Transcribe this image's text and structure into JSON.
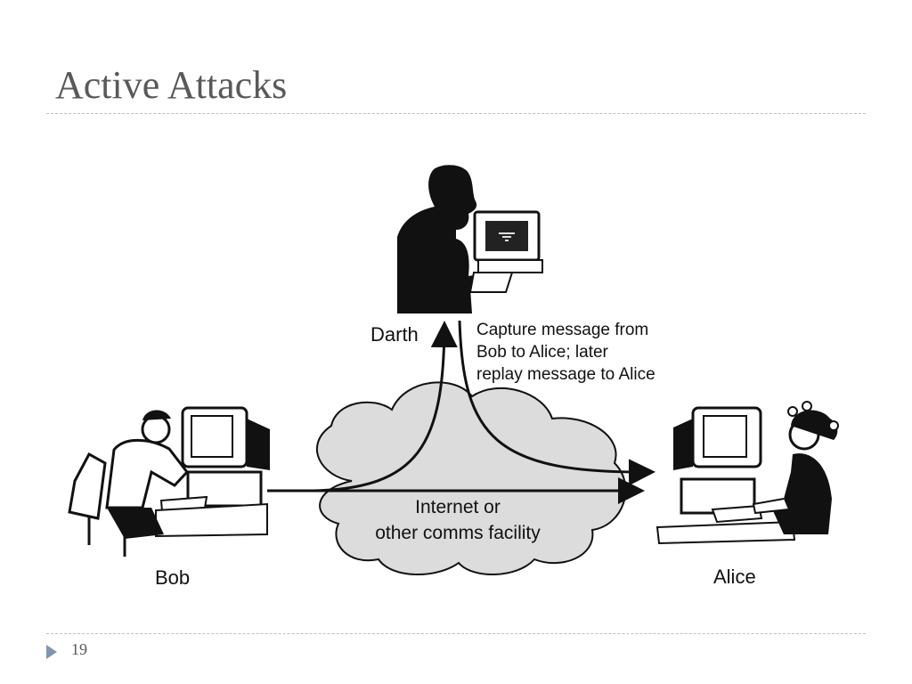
{
  "slide": {
    "title": "Active Attacks",
    "page_number": "19"
  },
  "diagram": {
    "attacker_label": "Darth",
    "sender_label": "Bob",
    "receiver_label": "Alice",
    "network_label_line1": "Internet or",
    "network_label_line2": "other comms facility",
    "annotation_line1": "Capture message from",
    "annotation_line2": "Bob to Alice; later",
    "annotation_line3": "replay message to Alice"
  },
  "colors": {
    "title": "#595959",
    "cloud_fill": "#dcdcdc",
    "rule": "#bfbfbf",
    "footer_arrow": "#7f95b0"
  }
}
